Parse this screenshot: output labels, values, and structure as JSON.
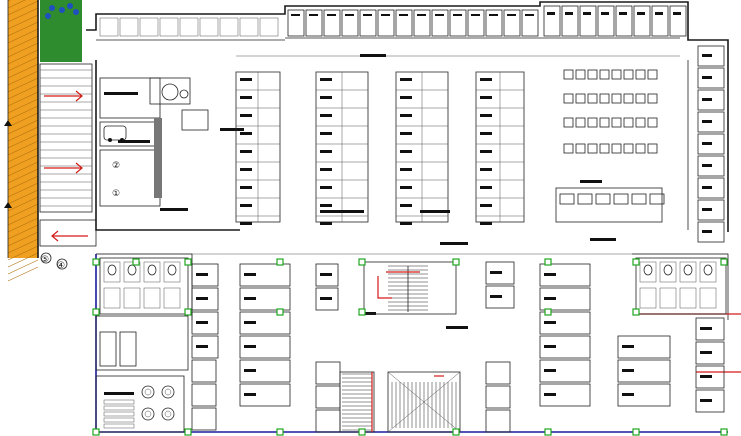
{
  "drawing": {
    "colors": {
      "ramp": "#f0a020",
      "ramp_hatch": "#b07010",
      "green_area": "#2e8b2e",
      "column_marker": "#1fa51f",
      "boundary": "#1a1aa0",
      "flow_arrow": "#d41a1a",
      "linework": "#1a1a1a"
    },
    "markers": [
      {
        "label": "①",
        "name": "marker-1"
      },
      {
        "label": "②",
        "name": "marker-2"
      },
      {
        "label": "④",
        "name": "marker-4"
      },
      {
        "label": "⑤",
        "name": "marker-5"
      }
    ],
    "icons": [
      "north-arrow-icon",
      "car-icon",
      "stair-icon",
      "toilet-icon",
      "table-chairs-icon"
    ]
  }
}
